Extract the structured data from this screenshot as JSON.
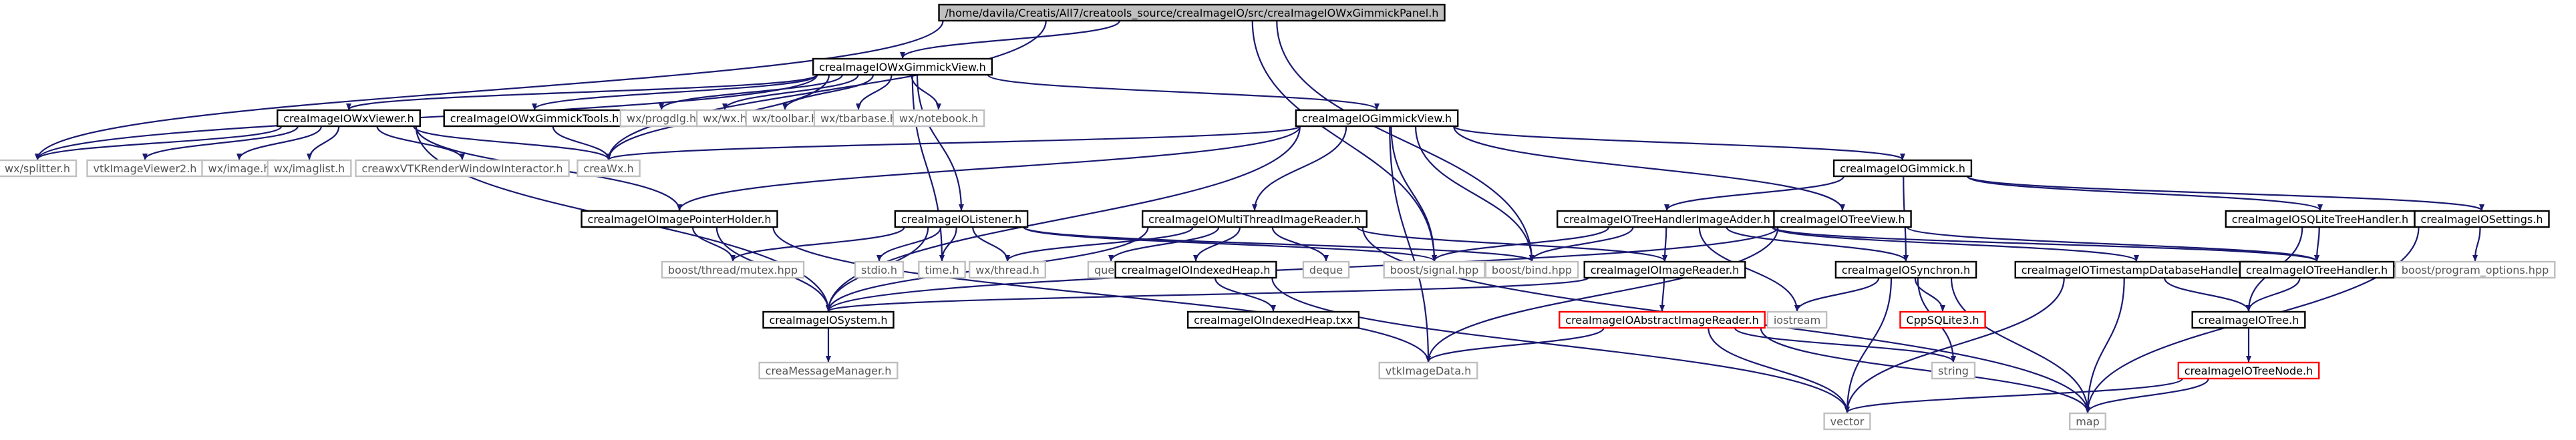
{
  "diagram": {
    "type": "include-dependency-graph",
    "colors": {
      "root_fill": "#bfbfbf",
      "box_fill": "#ffffff",
      "project_stroke": "#000000",
      "project_text": "#000000",
      "system_stroke": "#bfbfbf",
      "system_text": "#555555",
      "missing_stroke": "#ff0000",
      "edge": "#191970"
    },
    "nodes": [
      {
        "id": "root",
        "label": "/home/davila/Creatis/All7/creatools_source/creaImageIO/src/creaImageIOWxGimmickPanel.h",
        "kind": "root"
      },
      {
        "id": "wxGimmickView",
        "label": "creaImageIOWxGimmickView.h",
        "kind": "project"
      },
      {
        "id": "wxViewer",
        "label": "creaImageIOWxViewer.h",
        "kind": "project"
      },
      {
        "id": "wxGimmickTools",
        "label": "creaImageIOWxGimmickTools.h",
        "kind": "project"
      },
      {
        "id": "wxprogdlg",
        "label": "wx/progdlg.h",
        "kind": "system"
      },
      {
        "id": "wxwx",
        "label": "wx/wx.h",
        "kind": "system"
      },
      {
        "id": "wxtoolbar",
        "label": "wx/toolbar.h",
        "kind": "system"
      },
      {
        "id": "wxtbarbase",
        "label": "wx/tbarbase.h",
        "kind": "system"
      },
      {
        "id": "wxnotebook",
        "label": "wx/notebook.h",
        "kind": "system"
      },
      {
        "id": "gimmickView",
        "label": "creaImageIOGimmickView.h",
        "kind": "project"
      },
      {
        "id": "wxsplitter",
        "label": "wx/splitter.h",
        "kind": "system"
      },
      {
        "id": "vtkImageViewer2",
        "label": "vtkImageViewer2.h",
        "kind": "system"
      },
      {
        "id": "wximage",
        "label": "wx/image.h",
        "kind": "system"
      },
      {
        "id": "wximaglist",
        "label": "wx/imaglist.h",
        "kind": "system"
      },
      {
        "id": "creawxVTK",
        "label": "creawxVTKRenderWindowInteractor.h",
        "kind": "system"
      },
      {
        "id": "creaWx",
        "label": "creaWx.h",
        "kind": "system"
      },
      {
        "id": "gimmick",
        "label": "creaImageIOGimmick.h",
        "kind": "project"
      },
      {
        "id": "imagePointerHolder",
        "label": "creaImageIOImagePointerHolder.h",
        "kind": "project"
      },
      {
        "id": "listener",
        "label": "creaImageIOListener.h",
        "kind": "project"
      },
      {
        "id": "multiThreadReader",
        "label": "creaImageIOMultiThreadImageReader.h",
        "kind": "project"
      },
      {
        "id": "treeHandlerAdder",
        "label": "creaImageIOTreeHandlerImageAdder.h",
        "kind": "project"
      },
      {
        "id": "treeView",
        "label": "creaImageIOTreeView.h",
        "kind": "project"
      },
      {
        "id": "sqliteTreeHandler",
        "label": "creaImageIOSQLiteTreeHandler.h",
        "kind": "project"
      },
      {
        "id": "settings",
        "label": "creaImageIOSettings.h",
        "kind": "project"
      },
      {
        "id": "mutex",
        "label": "boost/thread/mutex.hpp",
        "kind": "system"
      },
      {
        "id": "stdio",
        "label": "stdio.h",
        "kind": "system"
      },
      {
        "id": "timeh",
        "label": "time.h",
        "kind": "system"
      },
      {
        "id": "wxthread",
        "label": "wx/thread.h",
        "kind": "system"
      },
      {
        "id": "queue",
        "label": "queue",
        "kind": "system"
      },
      {
        "id": "indexedHeap",
        "label": "creaImageIOIndexedHeap.h",
        "kind": "project"
      },
      {
        "id": "deque",
        "label": "deque",
        "kind": "system"
      },
      {
        "id": "signal",
        "label": "boost/signal.hpp",
        "kind": "system"
      },
      {
        "id": "bind",
        "label": "boost/bind.hpp",
        "kind": "system"
      },
      {
        "id": "imageReader",
        "label": "creaImageIOImageReader.h",
        "kind": "project"
      },
      {
        "id": "synchron",
        "label": "creaImageIOSynchron.h",
        "kind": "project"
      },
      {
        "id": "timestampHandler",
        "label": "creaImageIOTimestampDatabaseHandler.h",
        "kind": "project"
      },
      {
        "id": "treeHandler",
        "label": "creaImageIOTreeHandler.h",
        "kind": "project"
      },
      {
        "id": "programOptions",
        "label": "boost/program_options.hpp",
        "kind": "system"
      },
      {
        "id": "system",
        "label": "creaImageIOSystem.h",
        "kind": "project"
      },
      {
        "id": "indexedHeapTxx",
        "label": "creaImageIOIndexedHeap.txx",
        "kind": "project"
      },
      {
        "id": "abstractReader",
        "label": "creaImageIOAbstractImageReader.h",
        "kind": "missing"
      },
      {
        "id": "iostream",
        "label": "iostream",
        "kind": "system"
      },
      {
        "id": "cppsqlite",
        "label": "CppSQLite3.h",
        "kind": "missing"
      },
      {
        "id": "tree",
        "label": "creaImageIOTree.h",
        "kind": "project"
      },
      {
        "id": "messageManager",
        "label": "creaMessageManager.h",
        "kind": "system"
      },
      {
        "id": "vtkImageData",
        "label": "vtkImageData.h",
        "kind": "system"
      },
      {
        "id": "stringh",
        "label": "string",
        "kind": "system"
      },
      {
        "id": "treeNode",
        "label": "creaImageIOTreeNode.h",
        "kind": "missing"
      },
      {
        "id": "vector",
        "label": "vector",
        "kind": "system"
      },
      {
        "id": "map",
        "label": "map",
        "kind": "system"
      }
    ],
    "edges": [
      [
        "root",
        "wxGimmickView"
      ],
      [
        "root",
        "creaWx"
      ],
      [
        "root",
        "signal"
      ],
      [
        "root",
        "bind"
      ],
      [
        "root",
        "wxsplitter"
      ],
      [
        "wxGimmickView",
        "wxViewer"
      ],
      [
        "wxGimmickView",
        "wxGimmickTools"
      ],
      [
        "wxGimmickView",
        "wxprogdlg"
      ],
      [
        "wxGimmickView",
        "wxwx"
      ],
      [
        "wxGimmickView",
        "wxtoolbar"
      ],
      [
        "wxGimmickView",
        "wxtbarbase"
      ],
      [
        "wxGimmickView",
        "wxnotebook"
      ],
      [
        "wxGimmickView",
        "gimmickView"
      ],
      [
        "wxGimmickView",
        "wxsplitter"
      ],
      [
        "wxGimmickView",
        "creaWx"
      ],
      [
        "wxGimmickView",
        "listener"
      ],
      [
        "wxGimmickView",
        "timeh"
      ],
      [
        "wxViewer",
        "wxsplitter"
      ],
      [
        "wxViewer",
        "vtkImageViewer2"
      ],
      [
        "wxViewer",
        "wximage"
      ],
      [
        "wxViewer",
        "wximaglist"
      ],
      [
        "wxViewer",
        "creawxVTK"
      ],
      [
        "wxViewer",
        "creaWx"
      ],
      [
        "wxViewer",
        "imagePointerHolder"
      ],
      [
        "wxViewer",
        "system"
      ],
      [
        "wxGimmickTools",
        "creaWx"
      ],
      [
        "gimmickView",
        "gimmick"
      ],
      [
        "gimmickView",
        "imagePointerHolder"
      ],
      [
        "gimmickView",
        "multiThreadReader"
      ],
      [
        "gimmickView",
        "treeView"
      ],
      [
        "gimmickView",
        "system"
      ],
      [
        "gimmickView",
        "signal"
      ],
      [
        "gimmickView",
        "bind"
      ],
      [
        "gimmickView",
        "vtkImageData"
      ],
      [
        "gimmickView",
        "creaWx"
      ],
      [
        "gimmick",
        "treeHandlerAdder"
      ],
      [
        "gimmick",
        "sqliteTreeHandler"
      ],
      [
        "gimmick",
        "settings"
      ],
      [
        "gimmick",
        "synchron"
      ],
      [
        "imagePointerHolder",
        "system"
      ],
      [
        "imagePointerHolder",
        "mutex"
      ],
      [
        "imagePointerHolder",
        "vtkImageData"
      ],
      [
        "listener",
        "system"
      ],
      [
        "listener",
        "mutex"
      ],
      [
        "listener",
        "stdio"
      ],
      [
        "listener",
        "timeh"
      ],
      [
        "listener",
        "wxthread"
      ],
      [
        "listener",
        "signal"
      ],
      [
        "listener",
        "bind"
      ],
      [
        "multiThreadReader",
        "imageReader"
      ],
      [
        "multiThreadReader",
        "indexedHeap"
      ],
      [
        "multiThreadReader",
        "queue"
      ],
      [
        "multiThreadReader",
        "deque"
      ],
      [
        "multiThreadReader",
        "wxthread"
      ],
      [
        "multiThreadReader",
        "system"
      ],
      [
        "multiThreadReader",
        "map"
      ],
      [
        "treeHandlerAdder",
        "imageReader"
      ],
      [
        "treeHandlerAdder",
        "synchron"
      ],
      [
        "treeHandlerAdder",
        "signal"
      ],
      [
        "treeHandlerAdder",
        "bind"
      ],
      [
        "treeHandlerAdder",
        "treeHandler"
      ],
      [
        "treeHandlerAdder",
        "timestampHandler"
      ],
      [
        "treeHandlerAdder",
        "iostream"
      ],
      [
        "treeView",
        "treeHandler"
      ],
      [
        "treeView",
        "system"
      ],
      [
        "treeView",
        "vtkImageData"
      ],
      [
        "sqliteTreeHandler",
        "treeHandler"
      ],
      [
        "sqliteTreeHandler",
        "tree"
      ],
      [
        "settings",
        "programOptions"
      ],
      [
        "settings",
        "map"
      ],
      [
        "indexedHeap",
        "indexedHeapTxx"
      ],
      [
        "indexedHeap",
        "vector"
      ],
      [
        "imageReader",
        "abstractReader"
      ],
      [
        "imageReader",
        "system"
      ],
      [
        "synchron",
        "cppsqlite"
      ],
      [
        "synchron",
        "iostream"
      ],
      [
        "synchron",
        "stringh"
      ],
      [
        "synchron",
        "map"
      ],
      [
        "synchron",
        "vector"
      ],
      [
        "timestampHandler",
        "tree"
      ],
      [
        "timestampHandler",
        "map"
      ],
      [
        "timestampHandler",
        "vector"
      ],
      [
        "treeHandler",
        "tree"
      ],
      [
        "tree",
        "treeNode"
      ],
      [
        "treeNode",
        "vector"
      ],
      [
        "treeNode",
        "map"
      ],
      [
        "abstractReader",
        "vtkImageData"
      ],
      [
        "abstractReader",
        "vector"
      ],
      [
        "abstractReader",
        "map"
      ],
      [
        "abstractReader",
        "stringh"
      ],
      [
        "system",
        "messageManager"
      ]
    ]
  }
}
